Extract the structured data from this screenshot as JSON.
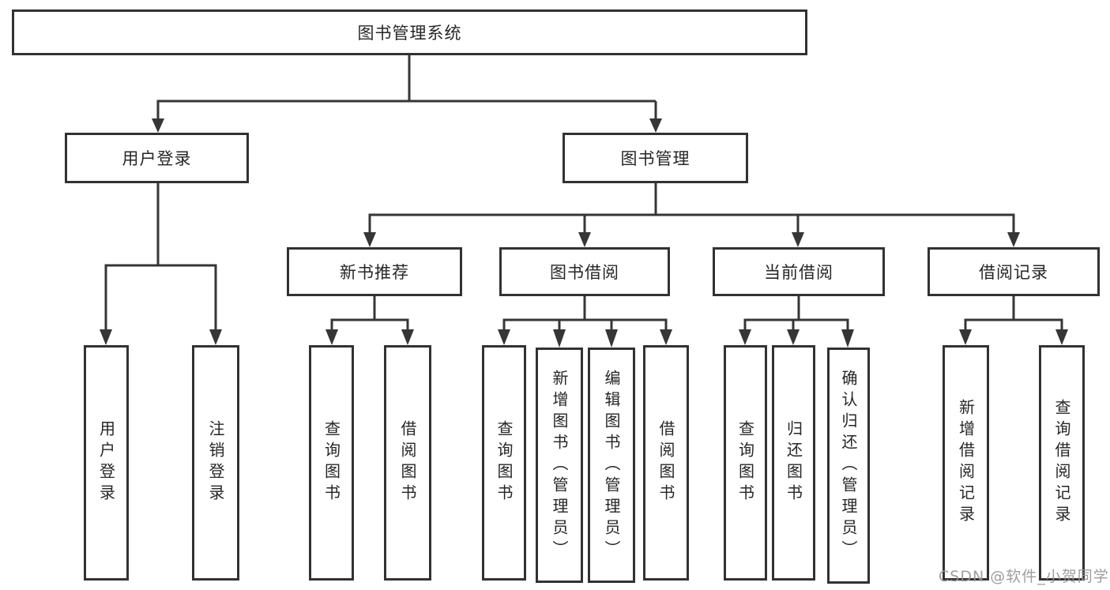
{
  "diagram": {
    "type": "hierarchy-tree",
    "root": {
      "label": "图书管理系统"
    },
    "level2": [
      {
        "label": "用户登录"
      },
      {
        "label": "图书管理"
      }
    ],
    "level3": [
      {
        "label": "新书推荐",
        "parent": "图书管理"
      },
      {
        "label": "图书借阅",
        "parent": "图书管理"
      },
      {
        "label": "当前借阅",
        "parent": "图书管理"
      },
      {
        "label": "借阅记录",
        "parent": "图书管理"
      }
    ],
    "leaves": [
      {
        "label": "用户登录",
        "parent": "用户登录"
      },
      {
        "label": "注销登录",
        "parent": "用户登录"
      },
      {
        "label": "查询图书",
        "parent": "新书推荐"
      },
      {
        "label": "借阅图书",
        "parent": "新书推荐"
      },
      {
        "label": "查询图书",
        "parent": "图书借阅"
      },
      {
        "label": "新增图书（管理员）",
        "parent": "图书借阅"
      },
      {
        "label": "编辑图书（管理员）",
        "parent": "图书借阅"
      },
      {
        "label": "借阅图书",
        "parent": "图书借阅"
      },
      {
        "label": "查询图书",
        "parent": "当前借阅"
      },
      {
        "label": "归还图书",
        "parent": "当前借阅"
      },
      {
        "label": "确认归还（管理员）",
        "parent": "当前借阅"
      },
      {
        "label": "新增借阅记录",
        "parent": "借阅记录"
      },
      {
        "label": "查询借阅记录",
        "parent": "借阅记录"
      }
    ]
  },
  "watermark": "CSDN @软件_小贺同学",
  "colors": {
    "line": "#363636",
    "box_border": "#323232",
    "text": "#262626",
    "background": "#ffffff",
    "watermark": "#969696"
  }
}
